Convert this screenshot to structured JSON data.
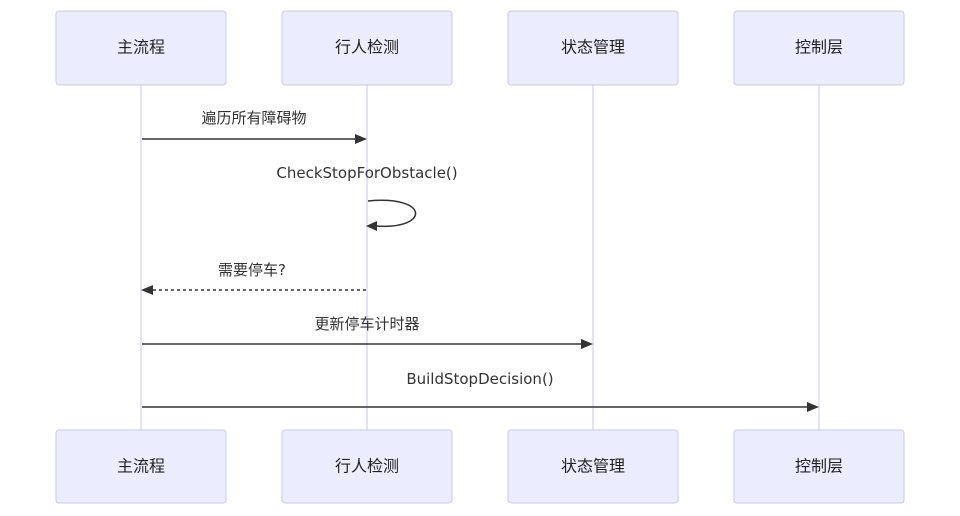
{
  "participants": [
    {
      "id": "main",
      "label": "主流程"
    },
    {
      "id": "ped",
      "label": "行人检测"
    },
    {
      "id": "state",
      "label": "状态管理"
    },
    {
      "id": "ctrl",
      "label": "控制层"
    }
  ],
  "messages": [
    {
      "from": "main",
      "to": "ped",
      "label": "遍历所有障碍物",
      "style": "solid"
    },
    {
      "from": "ped",
      "to": "ped",
      "label": "CheckStopForObstacle()",
      "style": "solid"
    },
    {
      "from": "ped",
      "to": "main",
      "label": "需要停车?",
      "style": "dashed"
    },
    {
      "from": "main",
      "to": "state",
      "label": "更新停车计时器",
      "style": "solid"
    },
    {
      "from": "main",
      "to": "ctrl",
      "label": "BuildStopDecision()",
      "style": "solid"
    }
  ]
}
